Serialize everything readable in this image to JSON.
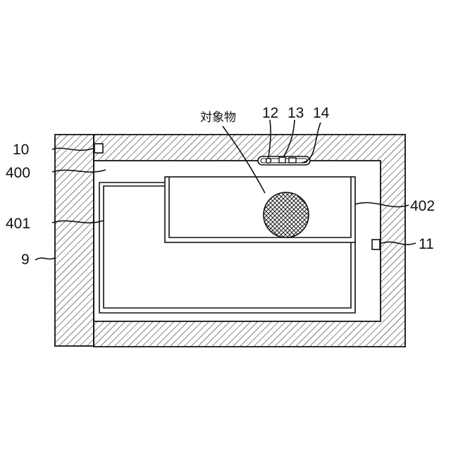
{
  "figure": {
    "labels": {
      "door": "9",
      "sensor_left": "10",
      "sensor_right": "11",
      "part_12": "12",
      "part_13": "13",
      "part_14": "14",
      "space": "400",
      "lower_drawer": "401",
      "upper_drawer": "402",
      "object": "対象物"
    }
  }
}
